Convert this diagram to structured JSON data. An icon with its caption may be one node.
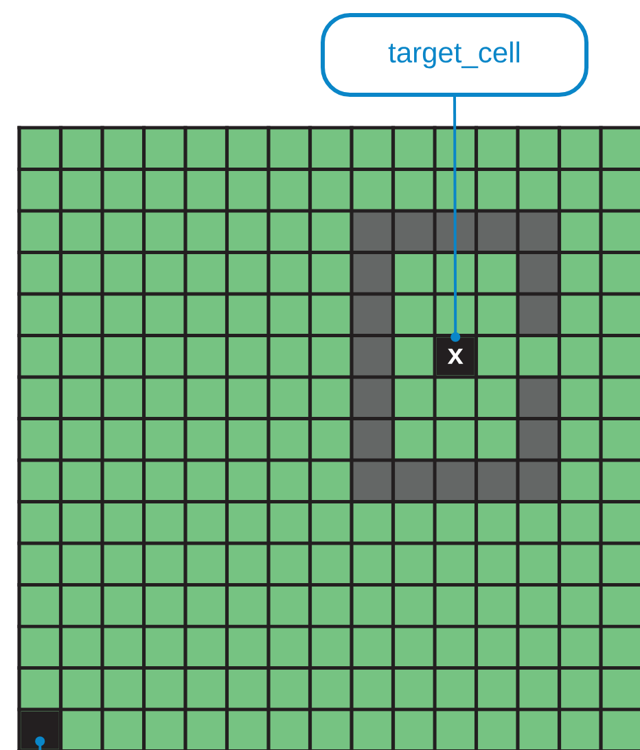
{
  "diagram": {
    "nodes": [
      {
        "text": [
          "target_cell"
        ]
      },
      {
        "text": [
          "x"
        ]
      },
      {
        "text": [],
        "shape": "box"
      }
    ],
    "edges": [
      {
        "from": 0,
        "to": 1,
        "arrow": "other"
      },
      {
        "from": null,
        "to": 2,
        "arrow": "other"
      }
    ]
  }
}
